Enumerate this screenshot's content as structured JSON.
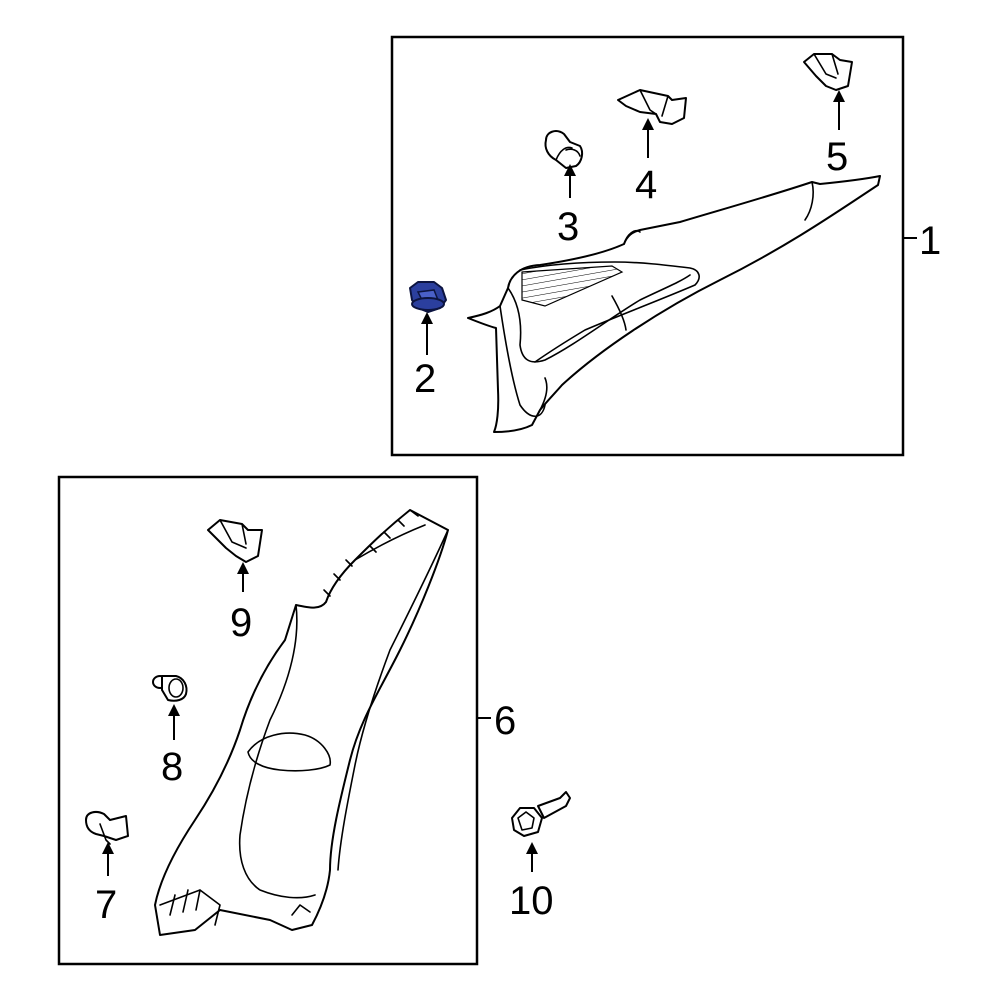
{
  "diagram": {
    "highlight_color": "#2b3f9e",
    "assemblies": [
      {
        "callout": "1",
        "description": "upper trim panel assembly box"
      },
      {
        "callout": "6",
        "description": "lower trim panel assembly box"
      }
    ],
    "callouts": [
      "1",
      "2",
      "3",
      "4",
      "5",
      "6",
      "7",
      "8",
      "9",
      "10"
    ],
    "highlighted_callout": "2"
  }
}
